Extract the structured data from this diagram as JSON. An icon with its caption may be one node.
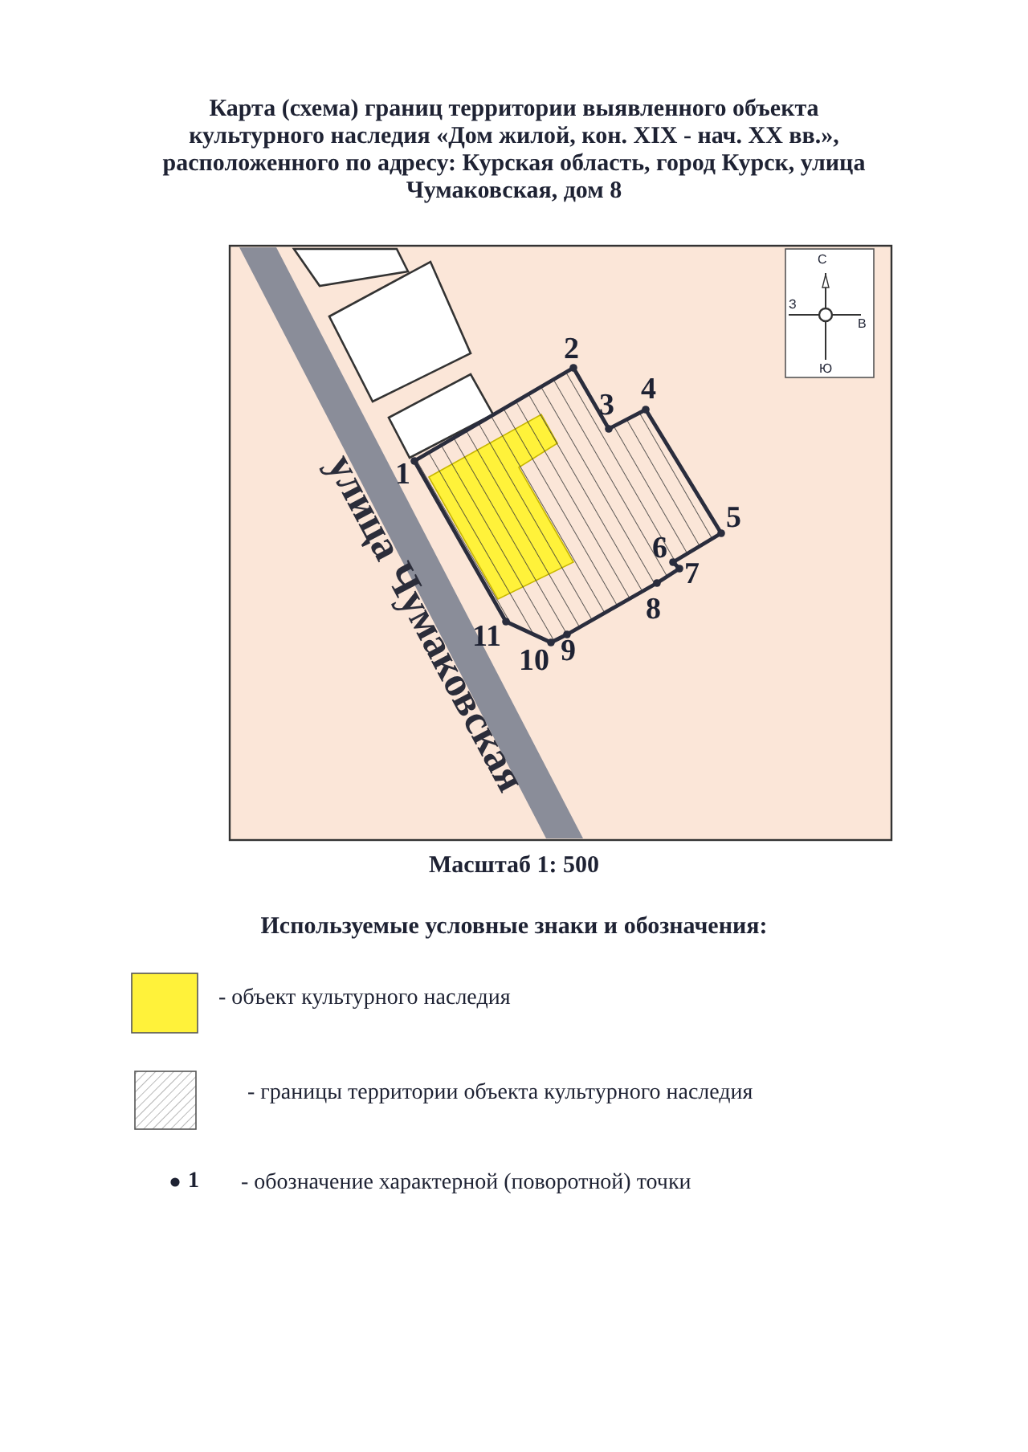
{
  "diagram": {
    "title": "Карта (схема) границ территории выявленного объекта культурного наследия «Дом жилой, кон. XIX - нач. XX вв.», расположенного по адресу: Курская область, город Курск, улица Чумаковская, дом 8",
    "labels": [
      "С",
      "З",
      "В",
      "Ю",
      "2",
      "3",
      "4",
      "улица Чумаковская",
      "1",
      "5",
      "6",
      "7",
      "8",
      "11",
      "10",
      "9",
      "Масштаб 1: 500",
      "Используемые условные знаки и обозначения:",
      "1"
    ],
    "legend": [
      {
        "text": "-  объект культурного наследия",
        "color": "#fff23a"
      },
      {
        "text": "- границы территории объекта культурного наследия"
      },
      {
        "text": "- обозначение характерной (поворотной) точки"
      }
    ]
  }
}
